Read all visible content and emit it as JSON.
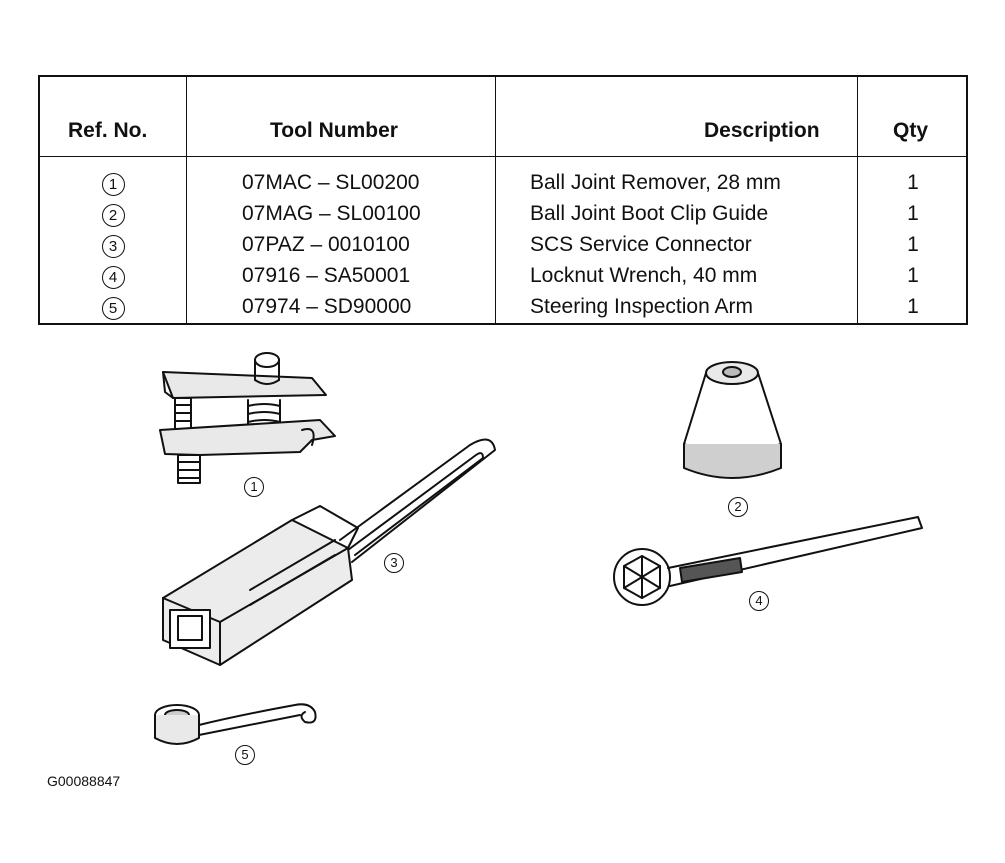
{
  "table": {
    "headers": {
      "ref": "Ref. No.",
      "tool": "Tool Number",
      "desc": "Description",
      "qty": "Qty"
    },
    "rows": [
      {
        "ref": "1",
        "tool": "07MAC – SL00200",
        "desc": "Ball Joint Remover, 28 mm",
        "qty": "1"
      },
      {
        "ref": "2",
        "tool": "07MAG – SL00100",
        "desc": "Ball Joint Boot Clip Guide",
        "qty": "1"
      },
      {
        "ref": "3",
        "tool": "07PAZ – 0010100",
        "desc": "SCS Service Connector",
        "qty": "1"
      },
      {
        "ref": "4",
        "tool": "07916 – SA50001",
        "desc": "Locknut Wrench, 40 mm",
        "qty": "1"
      },
      {
        "ref": "5",
        "tool": "07974 – SD90000",
        "desc": "Steering Inspection Arm",
        "qty": "1"
      }
    ]
  },
  "callouts": {
    "c1": "1",
    "c2": "2",
    "c3": "3",
    "c4": "4",
    "c5": "5"
  },
  "figure_id": "G00088847",
  "icons": [
    "ball-joint-remover-icon",
    "boot-clip-guide-icon",
    "service-connector-icon",
    "locknut-wrench-icon",
    "inspection-arm-icon"
  ]
}
